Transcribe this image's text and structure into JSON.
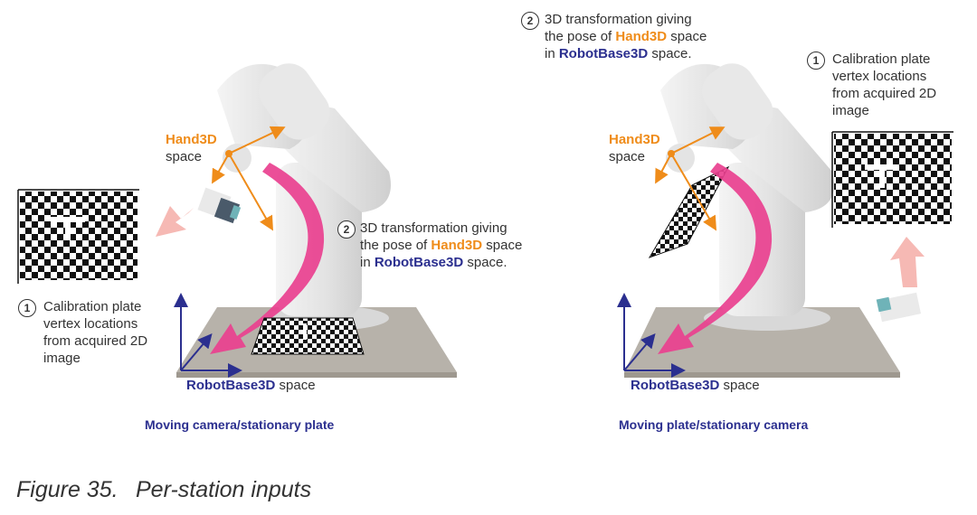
{
  "left_panel": {
    "hand_label": "Hand3D",
    "hand_space": "space",
    "step1_number": "1",
    "step1_text": [
      "Calibration plate",
      "vertex locations",
      "from acquired 2D",
      "image"
    ],
    "step2_number": "2",
    "step2_line1": "3D transformation giving",
    "step2_line2_pre": "the pose of ",
    "step2_line2_hand": "Hand3D",
    "step2_line2_post": " space",
    "step2_line3_pre": "in ",
    "step2_line3_base": "RobotBase3D",
    "step2_line3_post": " space.",
    "base_label": "RobotBase3D",
    "base_space": " space",
    "panel_caption": "Moving camera/stationary plate"
  },
  "right_panel": {
    "hand_label": "Hand3D",
    "hand_space": "space",
    "step1_number": "1",
    "step1_text": [
      "Calibration plate",
      "vertex locations",
      "from acquired 2D",
      "image"
    ],
    "step2_number": "2",
    "step2_line1": "3D transformation giving",
    "step2_line2_pre": "the pose of ",
    "step2_line2_hand": "Hand3D",
    "step2_line2_post": " space",
    "step2_line3_pre": "in ",
    "step2_line3_base": "RobotBase3D",
    "step2_line3_post": " space.",
    "base_label": "RobotBase3D",
    "base_space": " space",
    "panel_caption": "Moving plate/stationary camera"
  },
  "figure": {
    "number": "Figure 35.",
    "title": "Per-station inputs"
  },
  "colors": {
    "hand": "#ef8c1a",
    "base": "#2b2f8f",
    "transform_arrow": "#e9408f",
    "image_arrow": "#f6b9b4",
    "floor": "#b7b2aa",
    "robot": "#eeeeee"
  }
}
